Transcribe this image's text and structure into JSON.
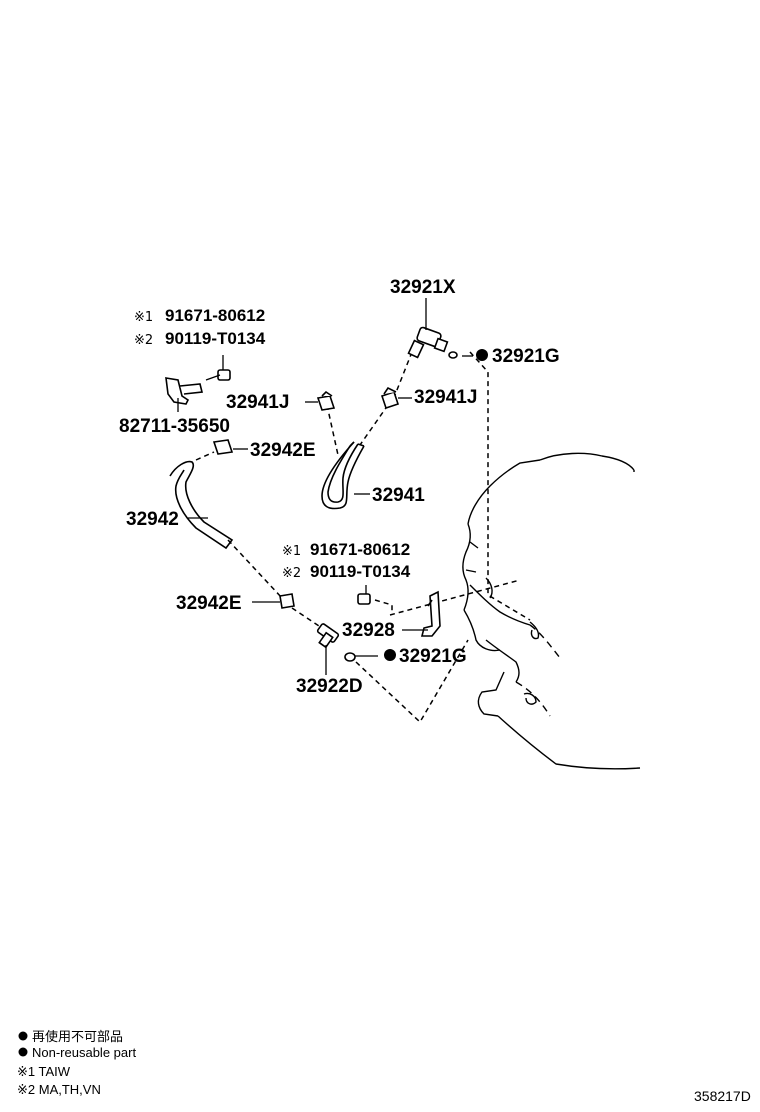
{
  "parts": {
    "p32921x": "32921X",
    "p32921g_top": "32921G",
    "p32941j_left": "32941J",
    "p32941j_right": "32941J",
    "p32941": "32941",
    "p82711": "82711-35650",
    "p32942e_top": "32942E",
    "p32942": "32942",
    "p32942e_bottom": "32942E",
    "p32928": "32928",
    "p32921g_bottom": "32921G",
    "p32922d": "32922D"
  },
  "notes": {
    "top_left": {
      "mark1": "※1",
      "num1": "91671-80612",
      "mark2": "※2",
      "num2": "90119-T0134"
    },
    "middle": {
      "mark1": "※1",
      "num1": "91671-80612",
      "mark2": "※2",
      "num2": "90119-T0134"
    }
  },
  "legend": {
    "non_reusable_jp": "再使用不可部品",
    "non_reusable_en": "Non-reusable part",
    "note1": "※1 TAIW",
    "note2": "※2 MA,TH,VN"
  },
  "diagram_code": "358217D"
}
